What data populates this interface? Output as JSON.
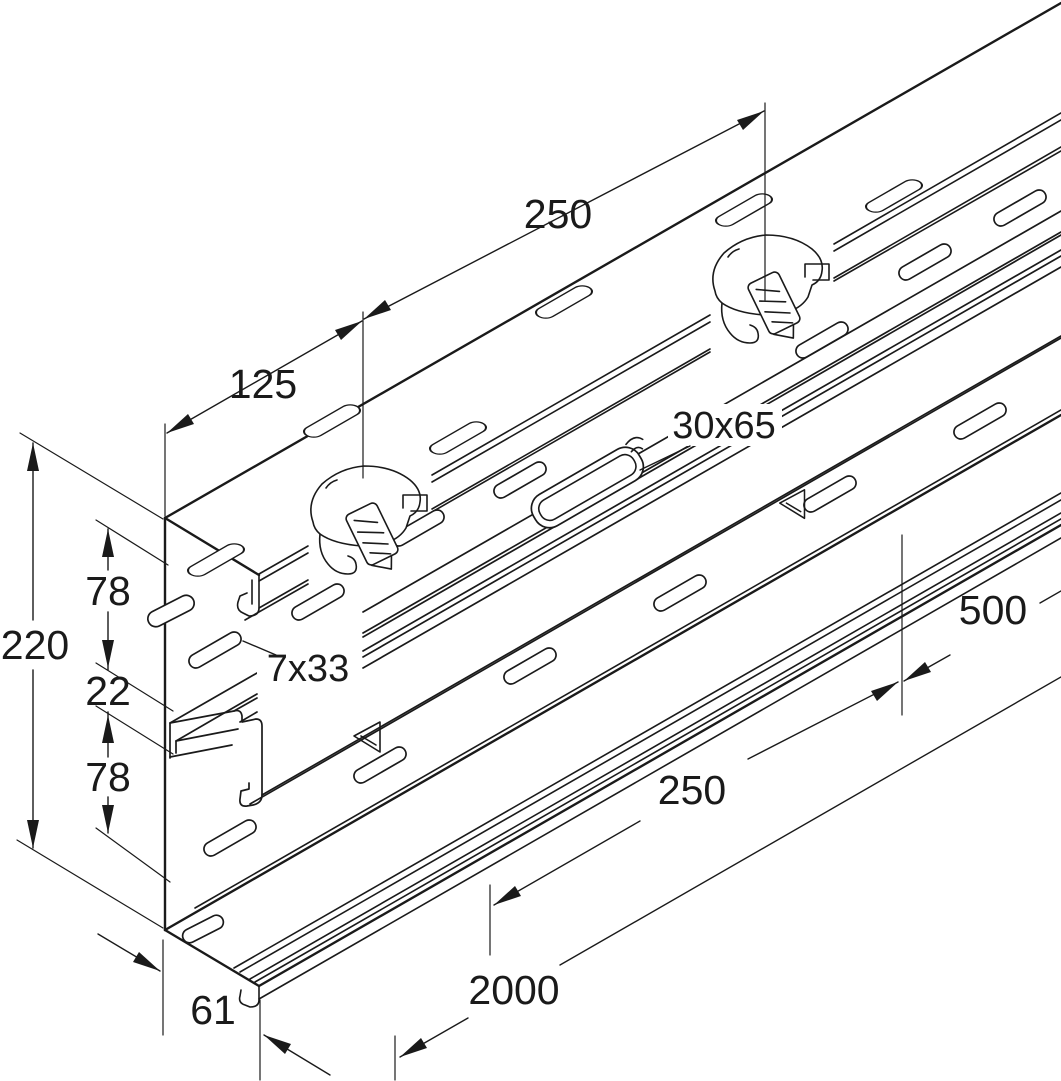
{
  "drawing": {
    "kind": "isometric technical line drawing of a perforated steel wall-trunking profile with mounting rail, knockout and cover clips",
    "colors": {
      "line": "#1a1a1a",
      "background": "#ffffff"
    },
    "labels": {
      "length_between_clips": "250",
      "clip_end_offset": "125",
      "knockout_size": "30x65",
      "overall_height": "220",
      "upper_section": "78",
      "rail_height": "22",
      "lower_section": "78",
      "slot_size": "7x33",
      "hole_spacing_500": "500",
      "hole_spacing_250": "250",
      "profile_length": "2000",
      "profile_depth": "61"
    }
  }
}
